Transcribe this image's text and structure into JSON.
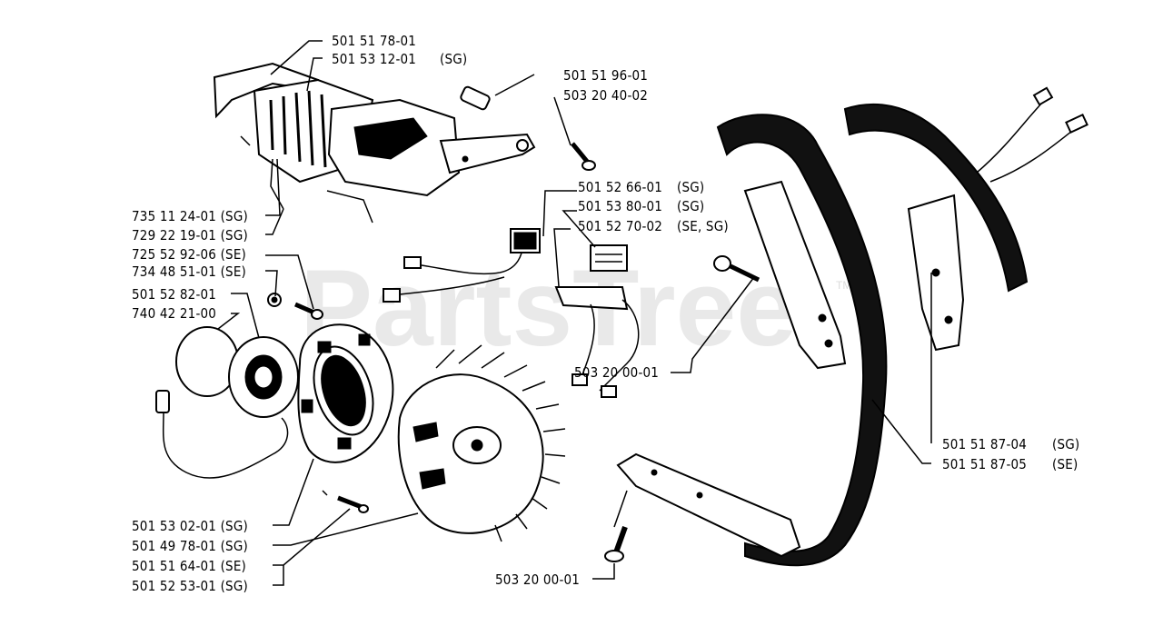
{
  "watermark": {
    "text": "PartsTree",
    "tm": "TM"
  },
  "labels": {
    "p_501_51_78_01": "501 51 78-01",
    "p_501_53_12_01": "501 53 12-01",
    "p_501_53_12_01_tag": "(SG)",
    "p_501_51_96_01": "501 51 96-01",
    "p_503_20_40_02": "503 20 40-02",
    "p_501_52_66_01": "501 52 66-01",
    "p_501_52_66_01_tag": "(SG)",
    "p_501_53_80_01": "501 53 80-01",
    "p_501_53_80_01_tag": "(SG)",
    "p_501_52_70_02": "501 52 70-02",
    "p_501_52_70_02_tag": "(SE, SG)",
    "p_735_11_24_01": "735 11 24-01 (SG)",
    "p_729_22_19_01": "729 22 19-01 (SG)",
    "p_725_52_92_06": "725 52 92-06 (SE)",
    "p_734_48_51_01": "734 48 51-01 (SE)",
    "p_501_52_82_01": "501 52 82-01",
    "p_740_42_21_00": "740 42 21-00",
    "p_503_20_00_01_a": "503 20 00-01",
    "p_501_51_87_04": "501 51 87-04",
    "p_501_51_87_04_tag": "(SG)",
    "p_501_51_87_05": "501 51 87-05",
    "p_501_51_87_05_tag": "(SE)",
    "p_501_53_02_01": "501 53 02-01 (SG)",
    "p_501_49_78_01": "501 49 78-01 (SG)",
    "p_501_51_64_01": "501 51 64-01 (SE)",
    "p_501_52_53_01": "501 52 53-01 (SG)",
    "p_503_20_00_01_b": "503 20 00-01"
  }
}
